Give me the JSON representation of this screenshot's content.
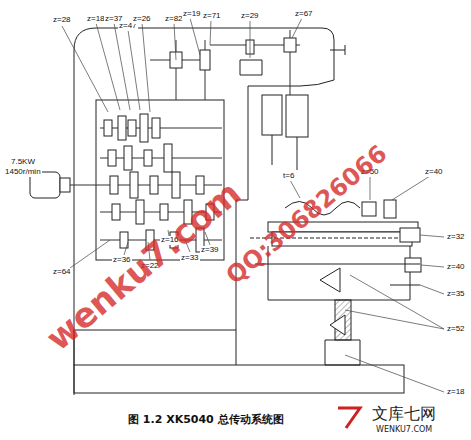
{
  "diagram": {
    "caption": "图 1.2 XK5040 总传动系统图",
    "labels": [
      "z=28",
      "z=18",
      "z=37",
      "z=47",
      "z=26",
      "z=82",
      "z=19",
      "z=71",
      "z=29",
      "z=67",
      "7.5KW",
      "1450r/min",
      "z=64",
      "z=36",
      "z=22",
      "z=16",
      "z=33",
      "z=39",
      "t=6",
      "z=50",
      "z=40",
      "z=32",
      "z=40",
      "z=35",
      "z=52",
      "z=18",
      "wenku7.com",
      "QQ:306826066",
      "文库七网",
      "WENKU7.COM"
    ]
  }
}
